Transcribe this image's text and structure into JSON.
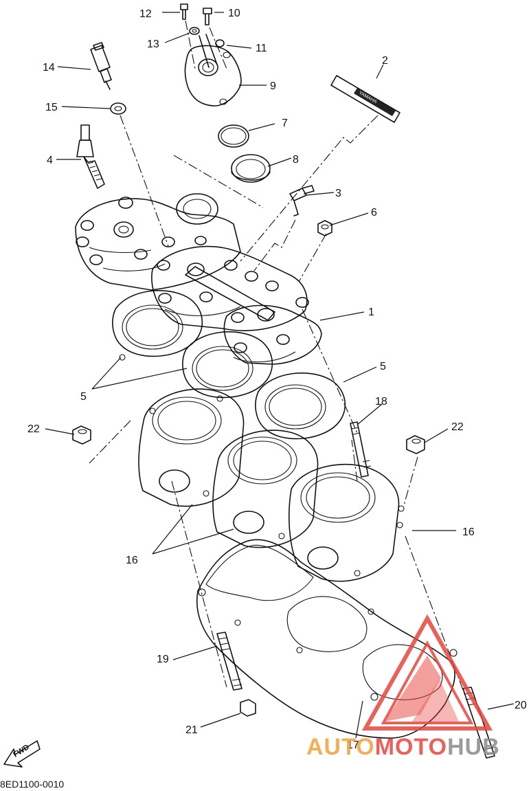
{
  "callouts": {
    "n1": "1",
    "n2": "2",
    "n3": "3",
    "n4": "4",
    "n5a": "5",
    "n5b": "5",
    "n6": "6",
    "n7": "7",
    "n8": "8",
    "n9": "9",
    "n10": "10",
    "n11": "11",
    "n12": "12",
    "n13": "13",
    "n14": "14",
    "n15": "15",
    "n16a": "16",
    "n16b": "16",
    "n17": "17",
    "n18": "18",
    "n19": "19",
    "n20": "20",
    "n21": "21",
    "n22a": "22",
    "n22b": "22"
  },
  "drawing_code": "8ED1100-0010",
  "fwd_label": "FWD",
  "decal_label": "YAMAHA",
  "watermark": {
    "part1": "AUTO",
    "part2": "MOTO",
    "part3": "HUB",
    "color_red": "#e8453c",
    "color_orange": "#f2a23a",
    "color_grey": "#8a8a8a"
  }
}
